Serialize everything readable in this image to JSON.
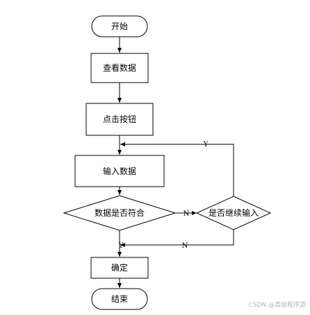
{
  "nodes": {
    "start": "开始",
    "view_data": "查看数据",
    "click_button": "点击按钮",
    "input_data": "输入数据",
    "data_match": "数据是否符合",
    "continue_input": "是否继续输入",
    "confirm": "确定",
    "end": "结束"
  },
  "edge_labels": {
    "match_no": "N",
    "continue_yes": "Y",
    "continue_no": "N",
    "match_yes": "Y"
  },
  "watermark": "CSDN @高级程序源"
}
